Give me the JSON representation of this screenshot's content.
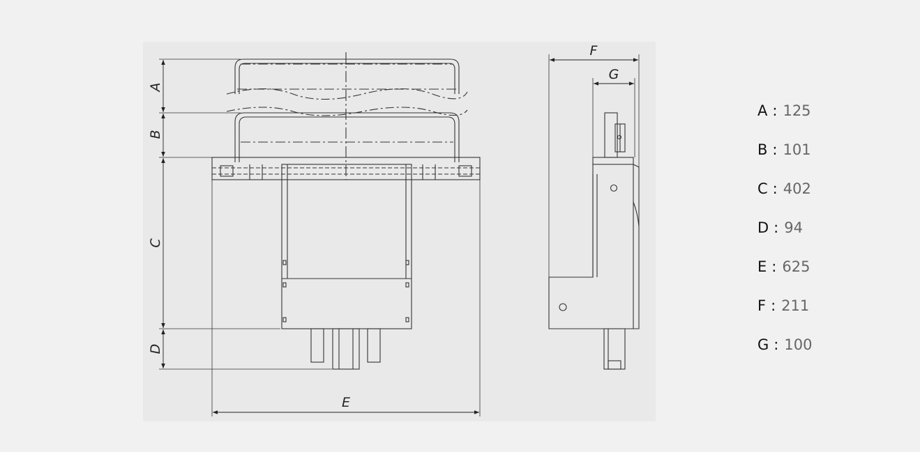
{
  "diagram": {
    "front_view": {
      "dimension_labels": [
        "A",
        "B",
        "C",
        "D",
        "E"
      ]
    },
    "side_view": {
      "dimension_labels": [
        "F",
        "G"
      ]
    }
  },
  "specifications": [
    {
      "key": "A",
      "value": "125"
    },
    {
      "key": "B",
      "value": "101"
    },
    {
      "key": "C",
      "value": "402"
    },
    {
      "key": "D",
      "value": "94"
    },
    {
      "key": "E",
      "value": "625"
    },
    {
      "key": "F",
      "value": "211"
    },
    {
      "key": "G",
      "value": "100"
    }
  ],
  "colors": {
    "background": "#f1f1f1",
    "line": "#333333",
    "panel": "#e7e7e7"
  }
}
